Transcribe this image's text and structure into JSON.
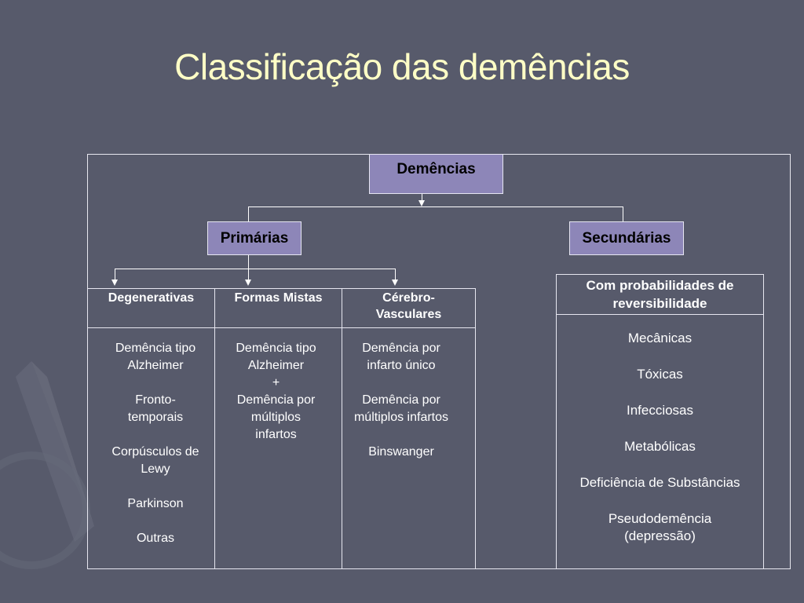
{
  "slide": {
    "title": "Classificação das demências"
  },
  "diagram": {
    "root": "Demências",
    "primary": "Primárias",
    "secondary": "Secundárias",
    "columns": [
      {
        "header": "Degenerativas",
        "items": [
          "Demência tipo Alzheimer",
          "Fronto-temporais",
          "Corpúsculos de Lewy",
          "Parkinson",
          "Outras"
        ]
      },
      {
        "header": "Formas Mistas",
        "items": [
          "Demência tipo Alzheimer",
          "+",
          "Demência por múltiplos infartos"
        ]
      },
      {
        "header": "Cérebro-Vasculares",
        "items": [
          "Demência por infarto único",
          "Demência por múltiplos infartos",
          "Binswanger"
        ]
      }
    ],
    "secondary_table": {
      "header": "Com probabilidades de reversibilidade",
      "items": [
        "Mecânicas",
        "Tóxicas",
        "Infecciosas",
        "Metabólicas",
        "Deficiência de Substâncias",
        "Pseudodemência (depressão)"
      ]
    }
  },
  "colors": {
    "background": "#575a6b",
    "title": "#ffffc6",
    "box_fill": "#8d86b8",
    "line": "#ffffff"
  }
}
